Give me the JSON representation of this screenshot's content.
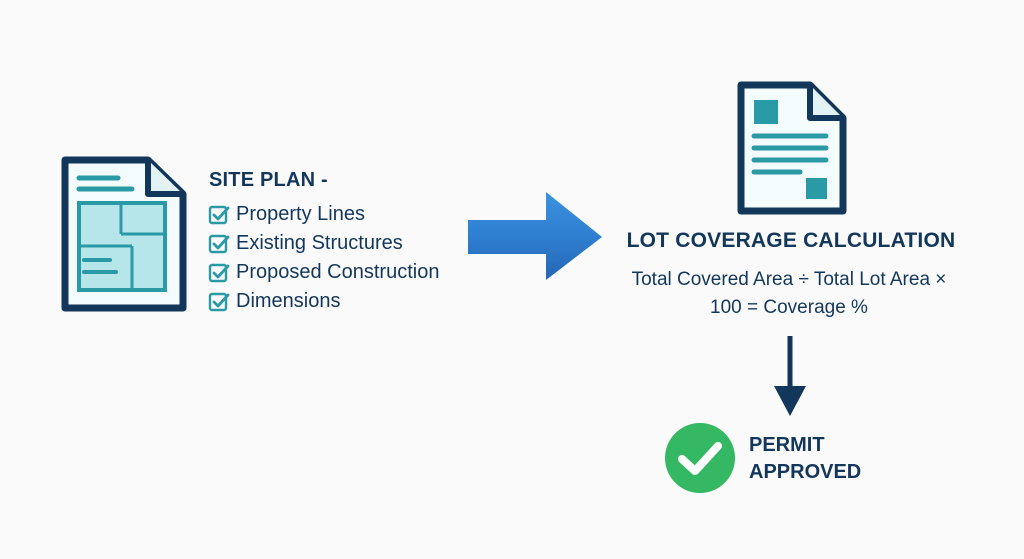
{
  "site_plan": {
    "title": "SITE PLAN -",
    "items": [
      "Property Lines",
      "Existing Structures",
      "Proposed Construction",
      "Dimensions"
    ]
  },
  "calculation": {
    "title": "LOT COVERAGE CALCULATION",
    "formula_line1": "Total Covered Area ÷ Total Lot Area ×",
    "formula_line2": "100 = Coverage %"
  },
  "result": {
    "line1": "PERMIT",
    "line2": "APPROVED"
  },
  "icons": {
    "site_document": "site-plan-document-icon",
    "calc_document": "report-document-icon",
    "flow_arrow": "right-arrow-icon",
    "down_arrow": "down-arrow-icon",
    "approved": "check-circle-icon",
    "checkbox": "checkbox-checked-icon"
  },
  "colors": {
    "navy": "#13375b",
    "teal": "#2a9aa6",
    "light_teal": "#b7e6ea",
    "arrow_blue": "#2f7fd1",
    "approved_green": "#35b864"
  }
}
